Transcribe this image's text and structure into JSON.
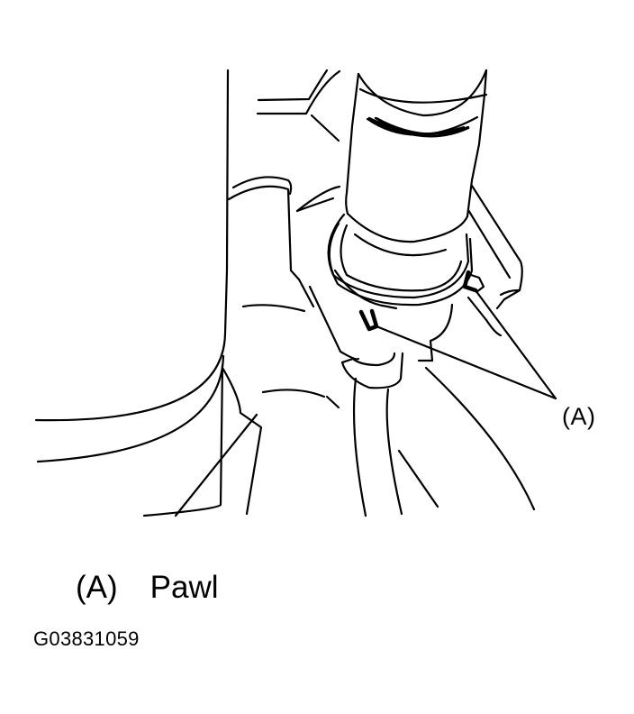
{
  "diagram": {
    "type": "technical-line-illustration",
    "subject": "Hose/pipe connector seated in fitting, retained by pawls",
    "callout": {
      "label": "(A)",
      "targets": [
        "left-pawl",
        "right-pawl"
      ]
    }
  },
  "legend": {
    "items": [
      {
        "key": "(A)",
        "description": "Pawl"
      }
    ]
  },
  "figure_id": "G03831059",
  "colors": {
    "line": "#000000",
    "background": "#ffffff"
  }
}
